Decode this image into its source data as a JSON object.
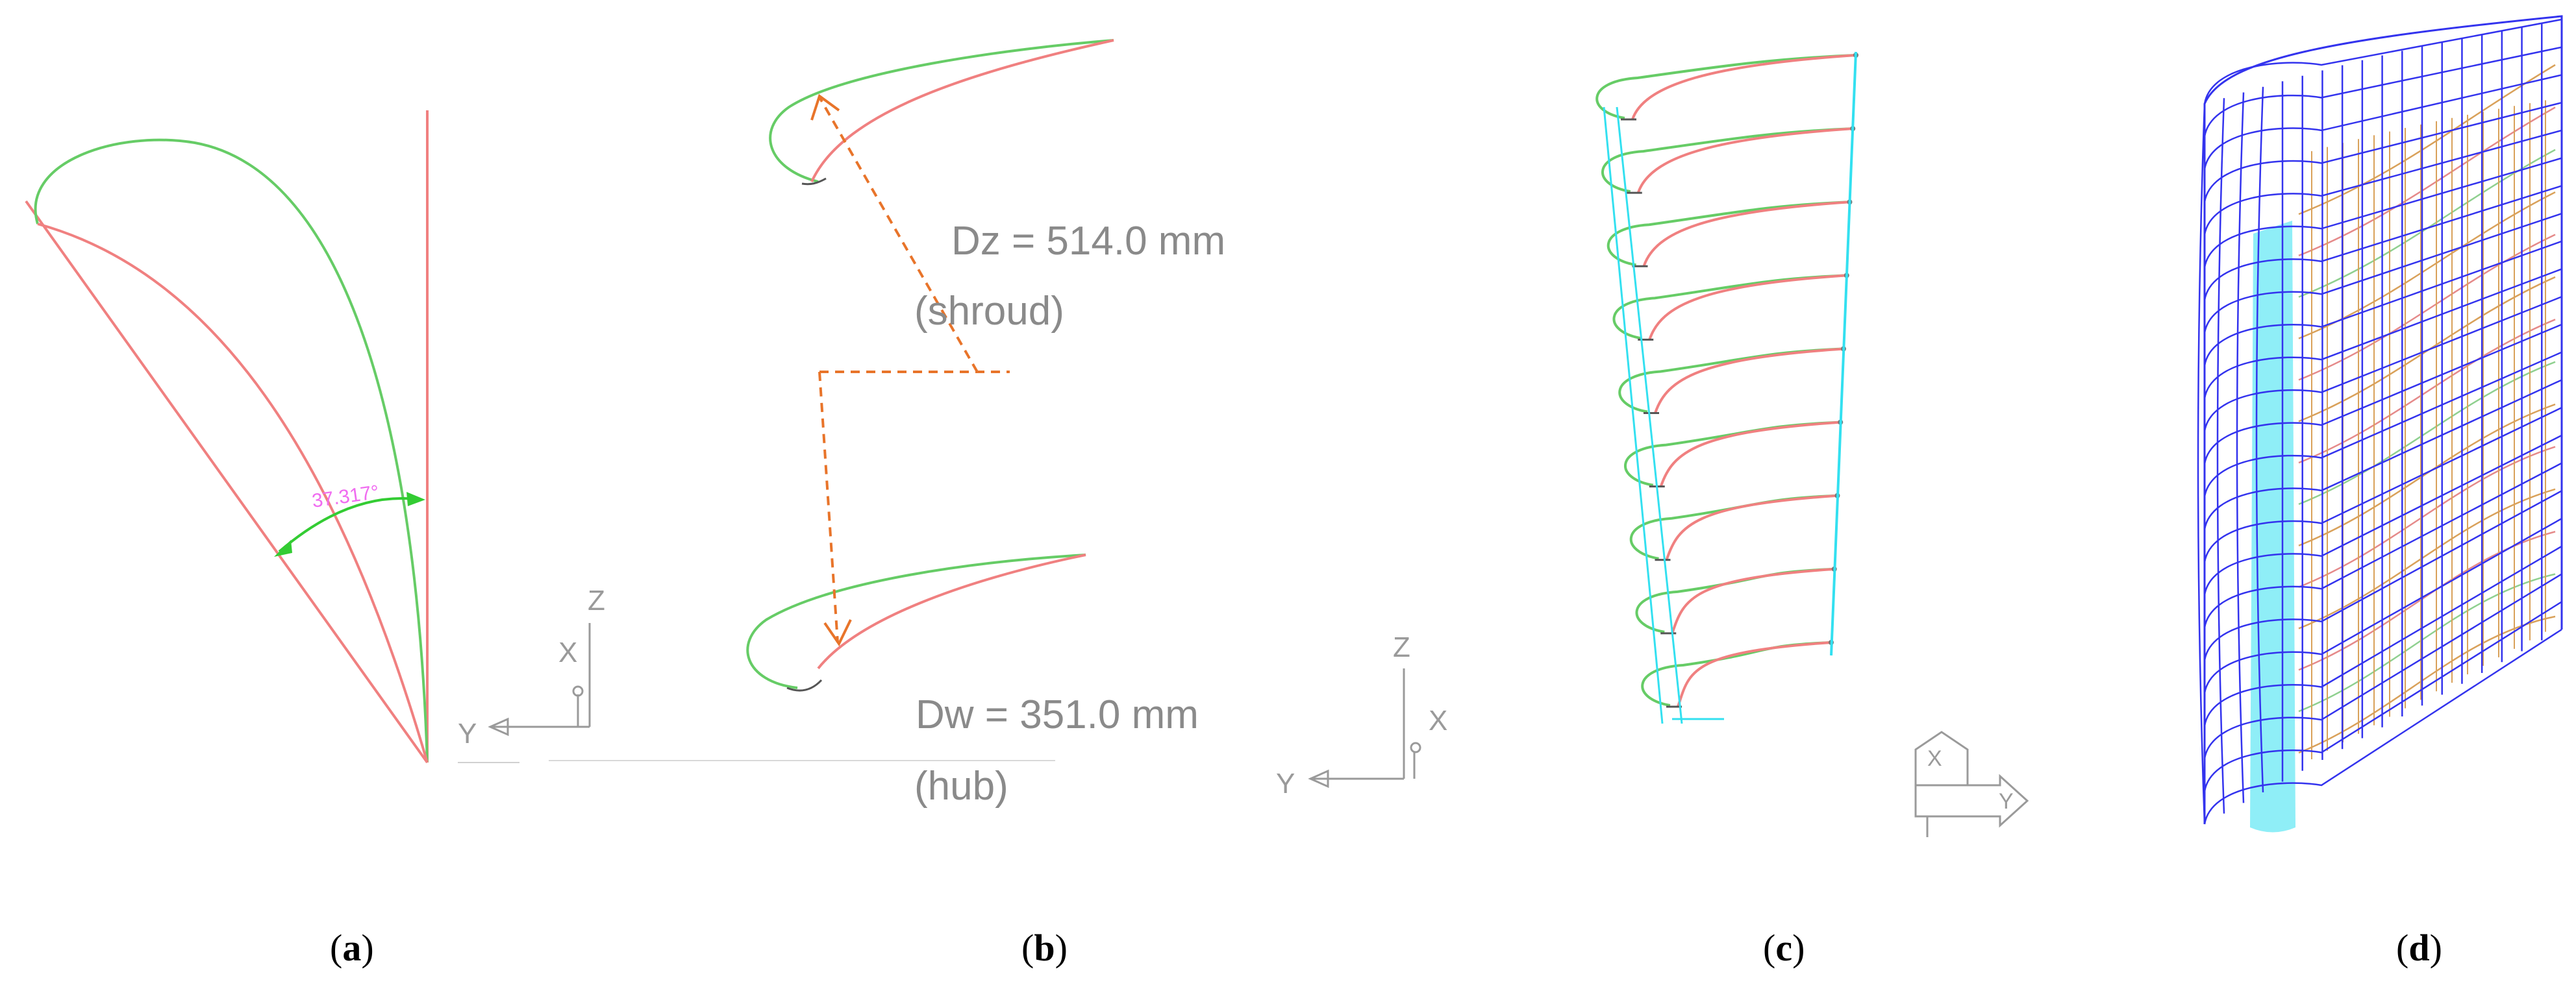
{
  "panel_a": {
    "label": "a",
    "angle_text": "37.317°",
    "triad": {
      "z": "Z",
      "x": "X",
      "y": "Y"
    }
  },
  "panel_b": {
    "label": "b",
    "shroud_dim": "Dz = 514.0 mm",
    "shroud_note": "(shroud)",
    "hub_dim": "Dw = 351.0 mm",
    "hub_note": "(hub)",
    "triad": {
      "z": "Z",
      "x": "X",
      "y": "Y"
    }
  },
  "panel_c": {
    "label": "c",
    "triad": {
      "x": "X",
      "y": "Y"
    }
  },
  "panel_d": {
    "label": "d"
  },
  "colors": {
    "green": "#66cc66",
    "red": "#f08080",
    "cyan": "#33e0f0",
    "blue": "#3333ee",
    "orange": "#e8742a",
    "gray": "#9a9a9a"
  }
}
